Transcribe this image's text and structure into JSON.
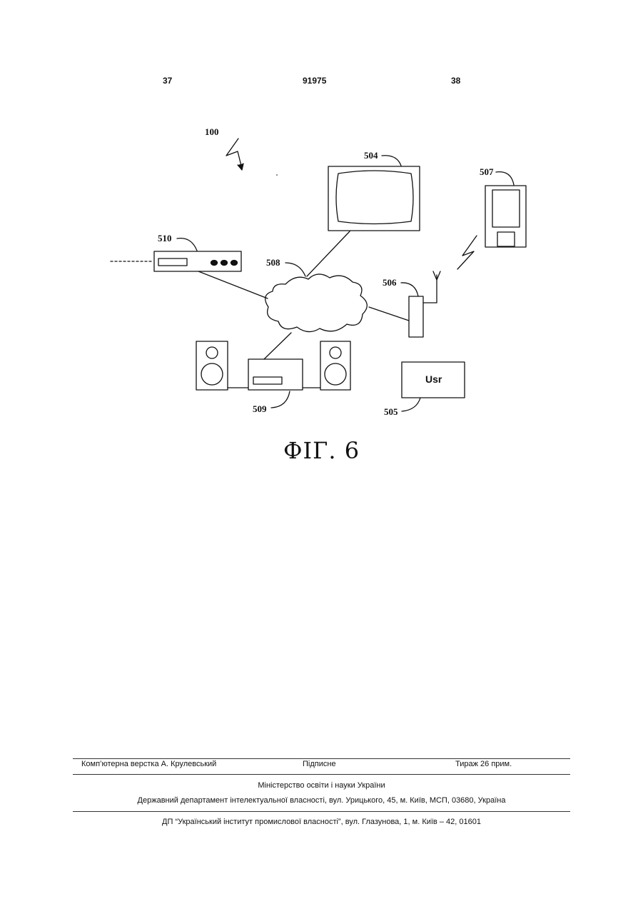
{
  "header": {
    "page_left": "37",
    "patent_number": "91975",
    "page_right": "38"
  },
  "figure": {
    "caption": "ФІГ. 6",
    "labels": {
      "system": "100",
      "tv": "504",
      "user": "505",
      "access_point": "506",
      "mobile": "507",
      "network": "508",
      "stereo": "509",
      "set_top_box": "510"
    },
    "user_box_text": "Usr"
  },
  "footer": {
    "layout_by": "Комп’ютерна верстка А. Крулевський",
    "signed": "Підписне",
    "print_run": "Тираж 26 прим.",
    "ministry": "Міністерство освіти і науки України",
    "department": "Державний департамент інтелектуальної власності, вул. Урицького, 45, м. Київ, МСП, 03680, Україна",
    "institute": "ДП “Український інститут промислової власності”, вул. Глазунова, 1, м. Київ – 42, 01601"
  }
}
